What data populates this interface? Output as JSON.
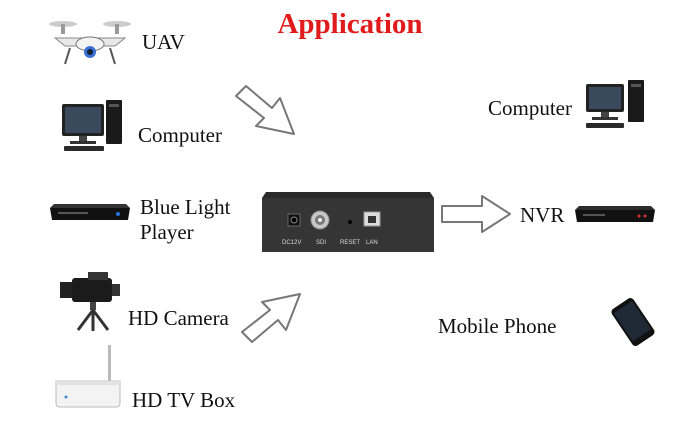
{
  "title": "Application",
  "sources": {
    "uav": "UAV",
    "computer": "Computer",
    "bluray_line1": "Blue Light",
    "bluray_line2": "Player",
    "camera": "HD Camera",
    "tvbox": "HD TV Box"
  },
  "outputs": {
    "computer": "Computer",
    "nvr": "NVR",
    "mobile": "Mobile Phone"
  },
  "device_ports": {
    "power": "DC12V",
    "sdi": "SDI",
    "reset": "RESET",
    "lan": "LAN"
  }
}
